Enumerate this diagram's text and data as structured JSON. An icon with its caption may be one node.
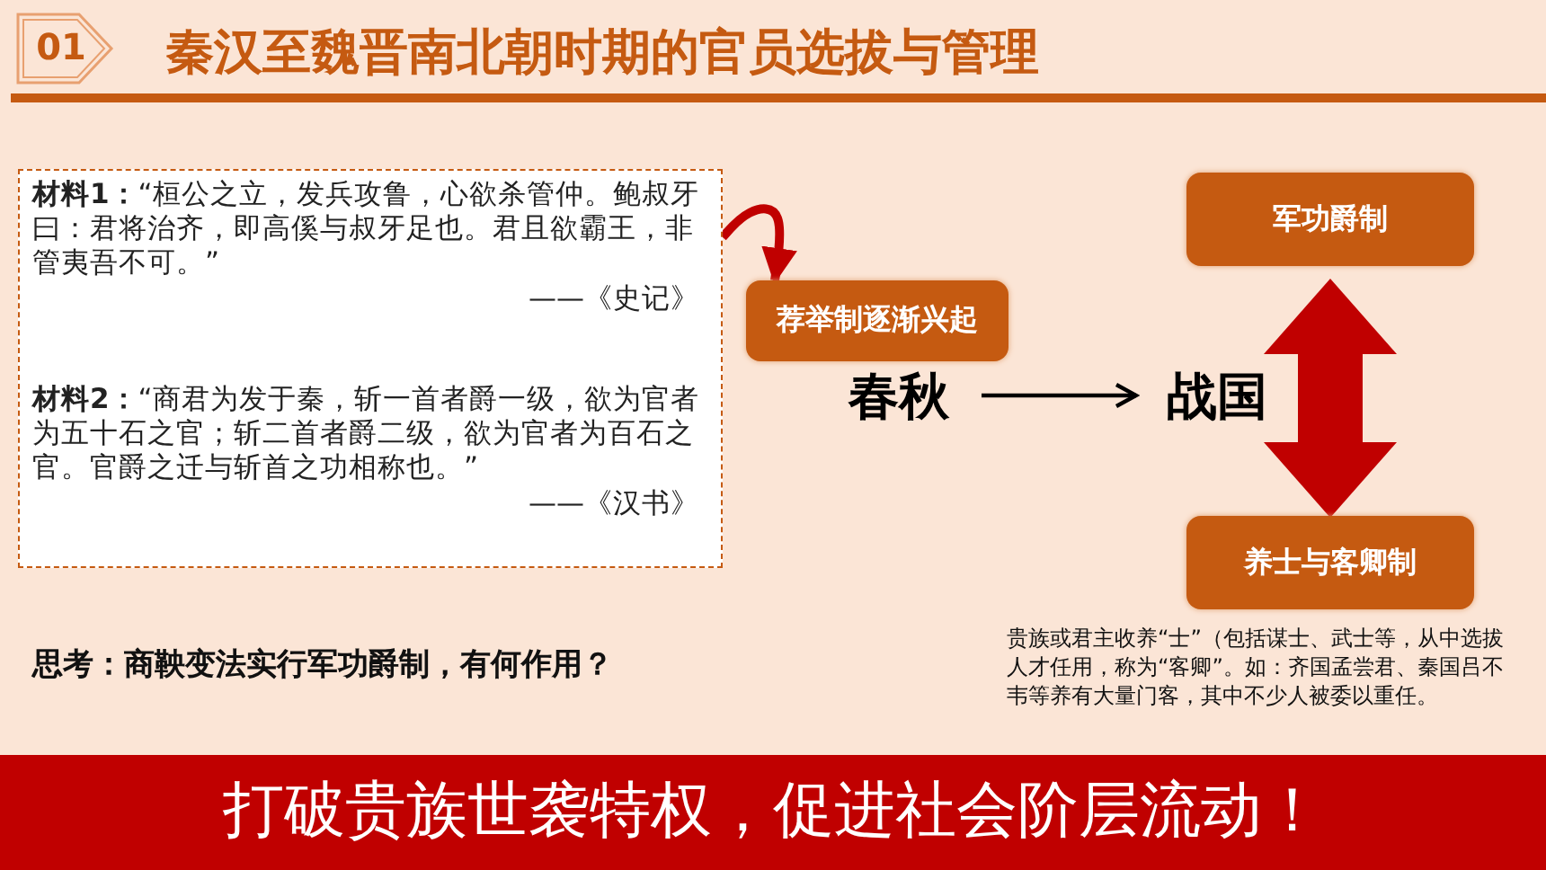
{
  "diagram": {
    "title": "秦汉至魏晋南北朝时期的官员选拔与管理",
    "nodes": [
      {
        "text": [
          "**材料1：**“桓公之立，发兵攻鲁，心欲杀管仲。鲍叔牙曰：君将治齐，即高傒与叔牙足也。君且欲霸王，非管夷吾不可。”",
          "——《史记》",
          "**材料2：**“商君为发于秦，斩一首者爵一级，欲为官者为五十石之官；斩二首者爵二级，欲为官者为百石之官。官爵之迁与斩首之功相称也。”",
          "——《汉书》"
        ]
      },
      {
        "text": [
          "荐举制逐渐兴起"
        ]
      },
      {
        "text": [
          "春秋"
        ]
      },
      {
        "text": [
          "战国"
        ]
      },
      {
        "text": [
          "军功爵制"
        ]
      },
      {
        "text": [
          "养士与客卿制"
        ],
        "beside": [
          "贵族或君主收养“士”（包括谋士、武士等，从中选拔人才任用，称为“客卿”。如：齐国孟尝君、秦国吕不韦等养有大量门客，其中不少人被委以重任。"
        ]
      }
    ],
    "edges": [
      {
        "from": 0,
        "to": 1,
        "arrow": "to",
        "color": "#c00000"
      },
      {
        "from": 2,
        "to": 3,
        "arrow": "to",
        "color": "#000000"
      },
      {
        "from": 4,
        "to": 5,
        "arrow": "both",
        "style": "thick",
        "color": "#c00000"
      }
    ],
    "labels": [
      "01",
      "思考：商鞅变法实行军功爵制，有何作用？",
      "打破贵族世袭特权，促进社会阶层流动！"
    ]
  }
}
